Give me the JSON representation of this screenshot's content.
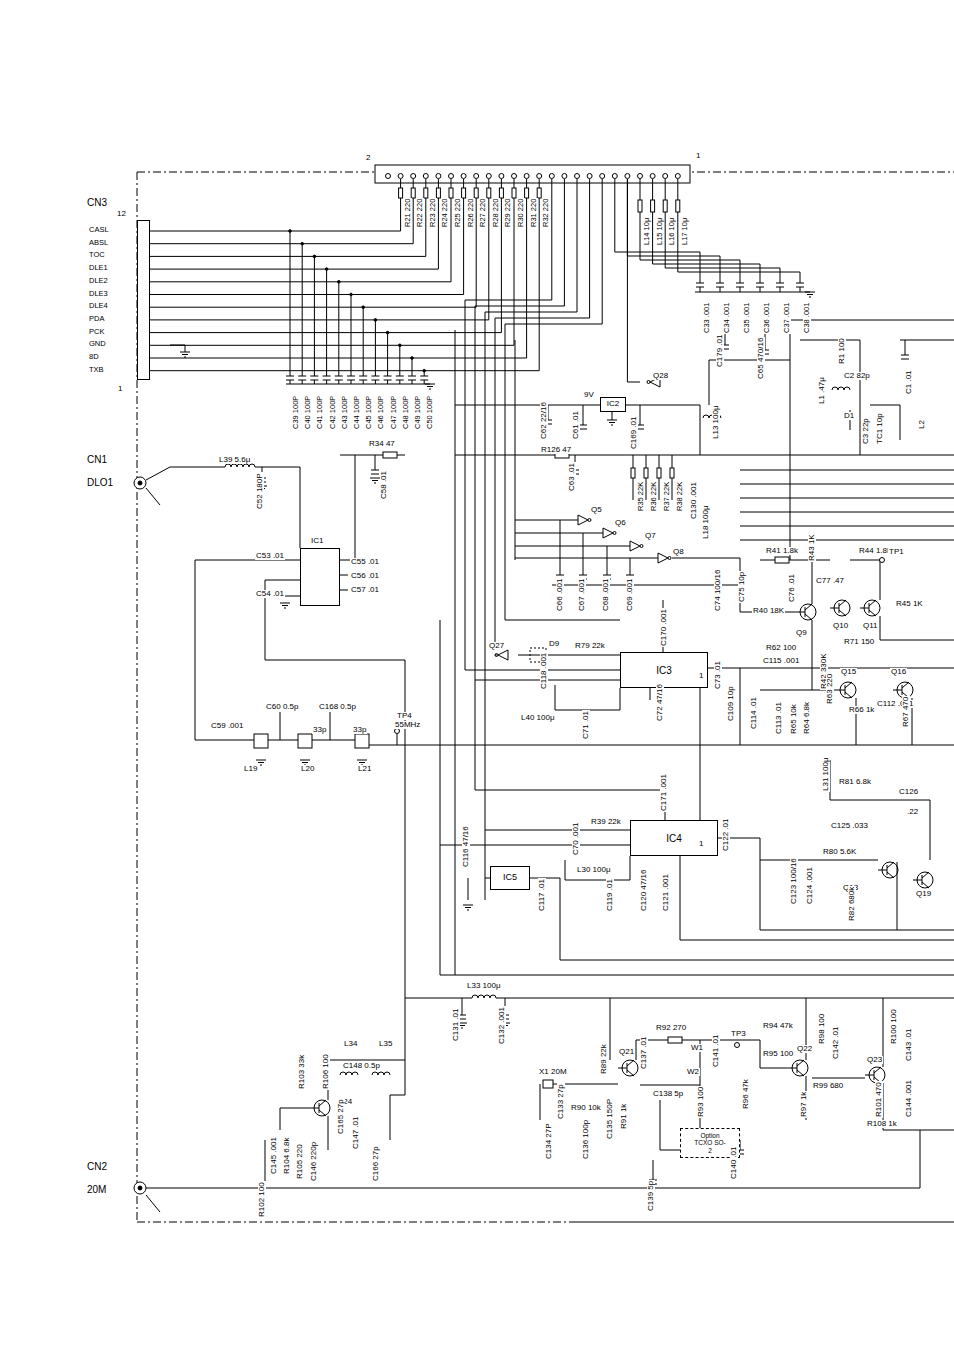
{
  "diagram": {
    "nodes": [
      {
        "text": [
          "CN3"
        ]
      },
      {
        "text": [
          "IC1"
        ]
      },
      {
        "text": [
          "IC2"
        ]
      },
      {
        "text": [
          "IC3"
        ]
      },
      {
        "text": [
          "IC4"
        ]
      },
      {
        "text": [
          "IC5"
        ]
      },
      {
        "text": [
          "Option TCXO SO-2"
        ]
      }
    ],
    "edges": [
      {
        "from": 3,
        "to": 4,
        "arrow": "none"
      }
    ],
    "labels": [
      "2",
      "1",
      "12",
      "CASL",
      "ABSL",
      "TOC",
      "DLE1",
      "DLE2",
      "DLE3",
      "DLE4",
      "PDA",
      "PCK",
      "GND",
      "8D",
      "TXB",
      "1",
      "R21 220",
      "R22 220",
      "R23 220",
      "R24 220",
      "R25 220",
      "R26 220",
      "R27 220",
      "R28 220",
      "R29 220",
      "R30 220",
      "R31 220",
      "R32 220",
      "C39 100P",
      "C40 100P",
      "C41 100P",
      "C42 100P",
      "C43 100P",
      "C44 100P",
      "C45 100P",
      "C46 100P",
      "C47 100P",
      "C48 100P",
      "C49 100P",
      "C50 100P",
      "L14 10μ",
      "L15 10μ",
      "L16 10μ",
      "L17 10μ",
      "C33 .001",
      "C34 .001",
      "C35 .001",
      "C36 .001",
      "C37 .001",
      "C38 .001",
      "Q28",
      "9V",
      "C61 .01",
      "C62 22/16",
      "C169 .01",
      "R126 47",
      "C63 .01",
      "L13 100μ",
      "C179 .01",
      "C65 470/16",
      "L1 .47μ",
      "R1 100",
      "C2 82p",
      "C1 .01",
      "D1",
      "C3 22p",
      "TC1 10p",
      "L2",
      "CN1",
      "DLO1",
      "L39 5.6μ",
      "C52 180P",
      "R34 47",
      "C58 .01",
      "C53 .01",
      "C54 .01",
      "C55 .01",
      "C56 .01",
      "C57 .01",
      "Q5",
      "Q6",
      "Q7",
      "Q8",
      "R35 22K",
      "R36 22K",
      "R37 22K",
      "R38 22K",
      "C130 .001",
      "L18 100μ",
      "C66 .001",
      "C67 .001",
      "C68 .001",
      "C69 .001",
      "C74 100/16",
      "C75 10p",
      "R41 1.8k",
      "R43 1K",
      "R44 1.8K",
      "TP1",
      "C76 .01",
      "C77 .47",
      "R40 18K",
      "Q9",
      "Q10",
      "Q11",
      "R45 1K",
      "R71 150",
      "R42 330K",
      "Q27",
      "D9",
      "R79 22k",
      "C170 .001",
      "1",
      "C73 .01",
      "C118 .001",
      "L40 100μ",
      "C71 .01",
      "C72 47/16",
      "R62 100",
      "C115 .001",
      "C109 10p",
      "C114 .01",
      "C113 .01",
      "R65 10k",
      "R64 6.8k",
      "R63 220",
      "Q15",
      "Q16",
      "R66 1k",
      "C112 .001",
      "R67 470",
      "TP4",
      "55MHz",
      "C59 .001",
      "C60 0.5p",
      "C168 0.5p",
      "33p",
      "33p",
      "L19",
      "L20",
      "L21",
      "C171 .001",
      "1",
      "C122 .01",
      "R39 22k",
      "C70 .001",
      "L30 100μ",
      "C119 .01",
      "C120 47/16",
      "C121 .001",
      "C116 47/16",
      "C117 .01",
      "L31 100μ",
      "R81 6.8k",
      "C126",
      ".22",
      "C123 100/16",
      "C124 .001",
      "C125 .033",
      "R80 5.6K",
      "Q18",
      "Q19",
      "R82 680k",
      "L33 100μ",
      "C131 .01",
      "C132 .001",
      "X1 20M",
      "R89 22k",
      "Q21",
      "C134 27P",
      "C133 27p",
      "R90 10k",
      "C135 150P",
      "C136 100p",
      "R91 1k",
      "C137 .01",
      "R92 270",
      "W1",
      "C141 .01",
      "TP3",
      "W2",
      "C138 5p",
      "R93 100",
      "R96 47k",
      "R94 47k",
      "R95 100",
      "Q22",
      "R98 100",
      "C142 .01",
      "R97 1k",
      "R99 680",
      "Q23",
      "R100 100",
      "C143 .01",
      "R101 470",
      "C144 .001",
      "R108 1k",
      "C140 .01",
      "C139 5p",
      "R106 100",
      "R103 33k",
      "Q24",
      "C145 .001",
      "R102 100",
      "R104 6.8k",
      "R105 220",
      "C146 220p",
      "L34",
      "C148 0.5p",
      "L35",
      "C165 27p",
      "C147 .01",
      "C166 27p",
      "CN2",
      "20M"
    ]
  }
}
